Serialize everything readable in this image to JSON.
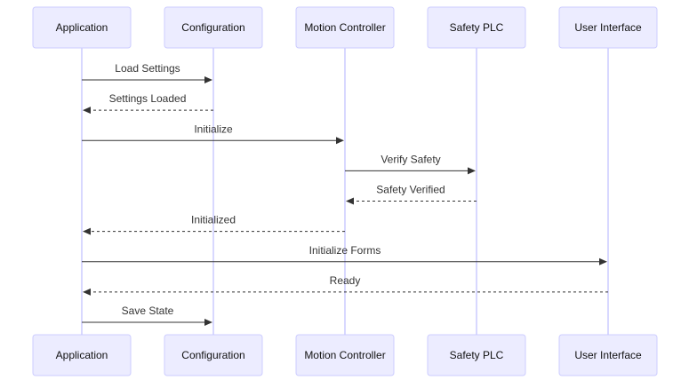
{
  "participants": [
    {
      "id": "app",
      "label": "Application"
    },
    {
      "id": "config",
      "label": "Configuration"
    },
    {
      "id": "motion",
      "label": "Motion Controller"
    },
    {
      "id": "plc",
      "label": "Safety PLC"
    },
    {
      "id": "ui",
      "label": "User Interface"
    }
  ],
  "messages": [
    {
      "from": "app",
      "to": "config",
      "label": "Load Settings",
      "style": "solid"
    },
    {
      "from": "config",
      "to": "app",
      "label": "Settings Loaded",
      "style": "dashed"
    },
    {
      "from": "app",
      "to": "motion",
      "label": "Initialize",
      "style": "solid"
    },
    {
      "from": "motion",
      "to": "plc",
      "label": "Verify Safety",
      "style": "solid"
    },
    {
      "from": "plc",
      "to": "motion",
      "label": "Safety Verified",
      "style": "dashed"
    },
    {
      "from": "motion",
      "to": "app",
      "label": "Initialized",
      "style": "dashed"
    },
    {
      "from": "app",
      "to": "ui",
      "label": "Initialize Forms",
      "style": "solid"
    },
    {
      "from": "ui",
      "to": "app",
      "label": "Ready",
      "style": "dashed"
    },
    {
      "from": "app",
      "to": "config",
      "label": "Save State",
      "style": "solid"
    }
  ],
  "colors": {
    "actor_fill": "#ECECFF",
    "actor_stroke": "#CCCCFF",
    "lifeline": "#CCCCFF",
    "message": "#333333"
  }
}
